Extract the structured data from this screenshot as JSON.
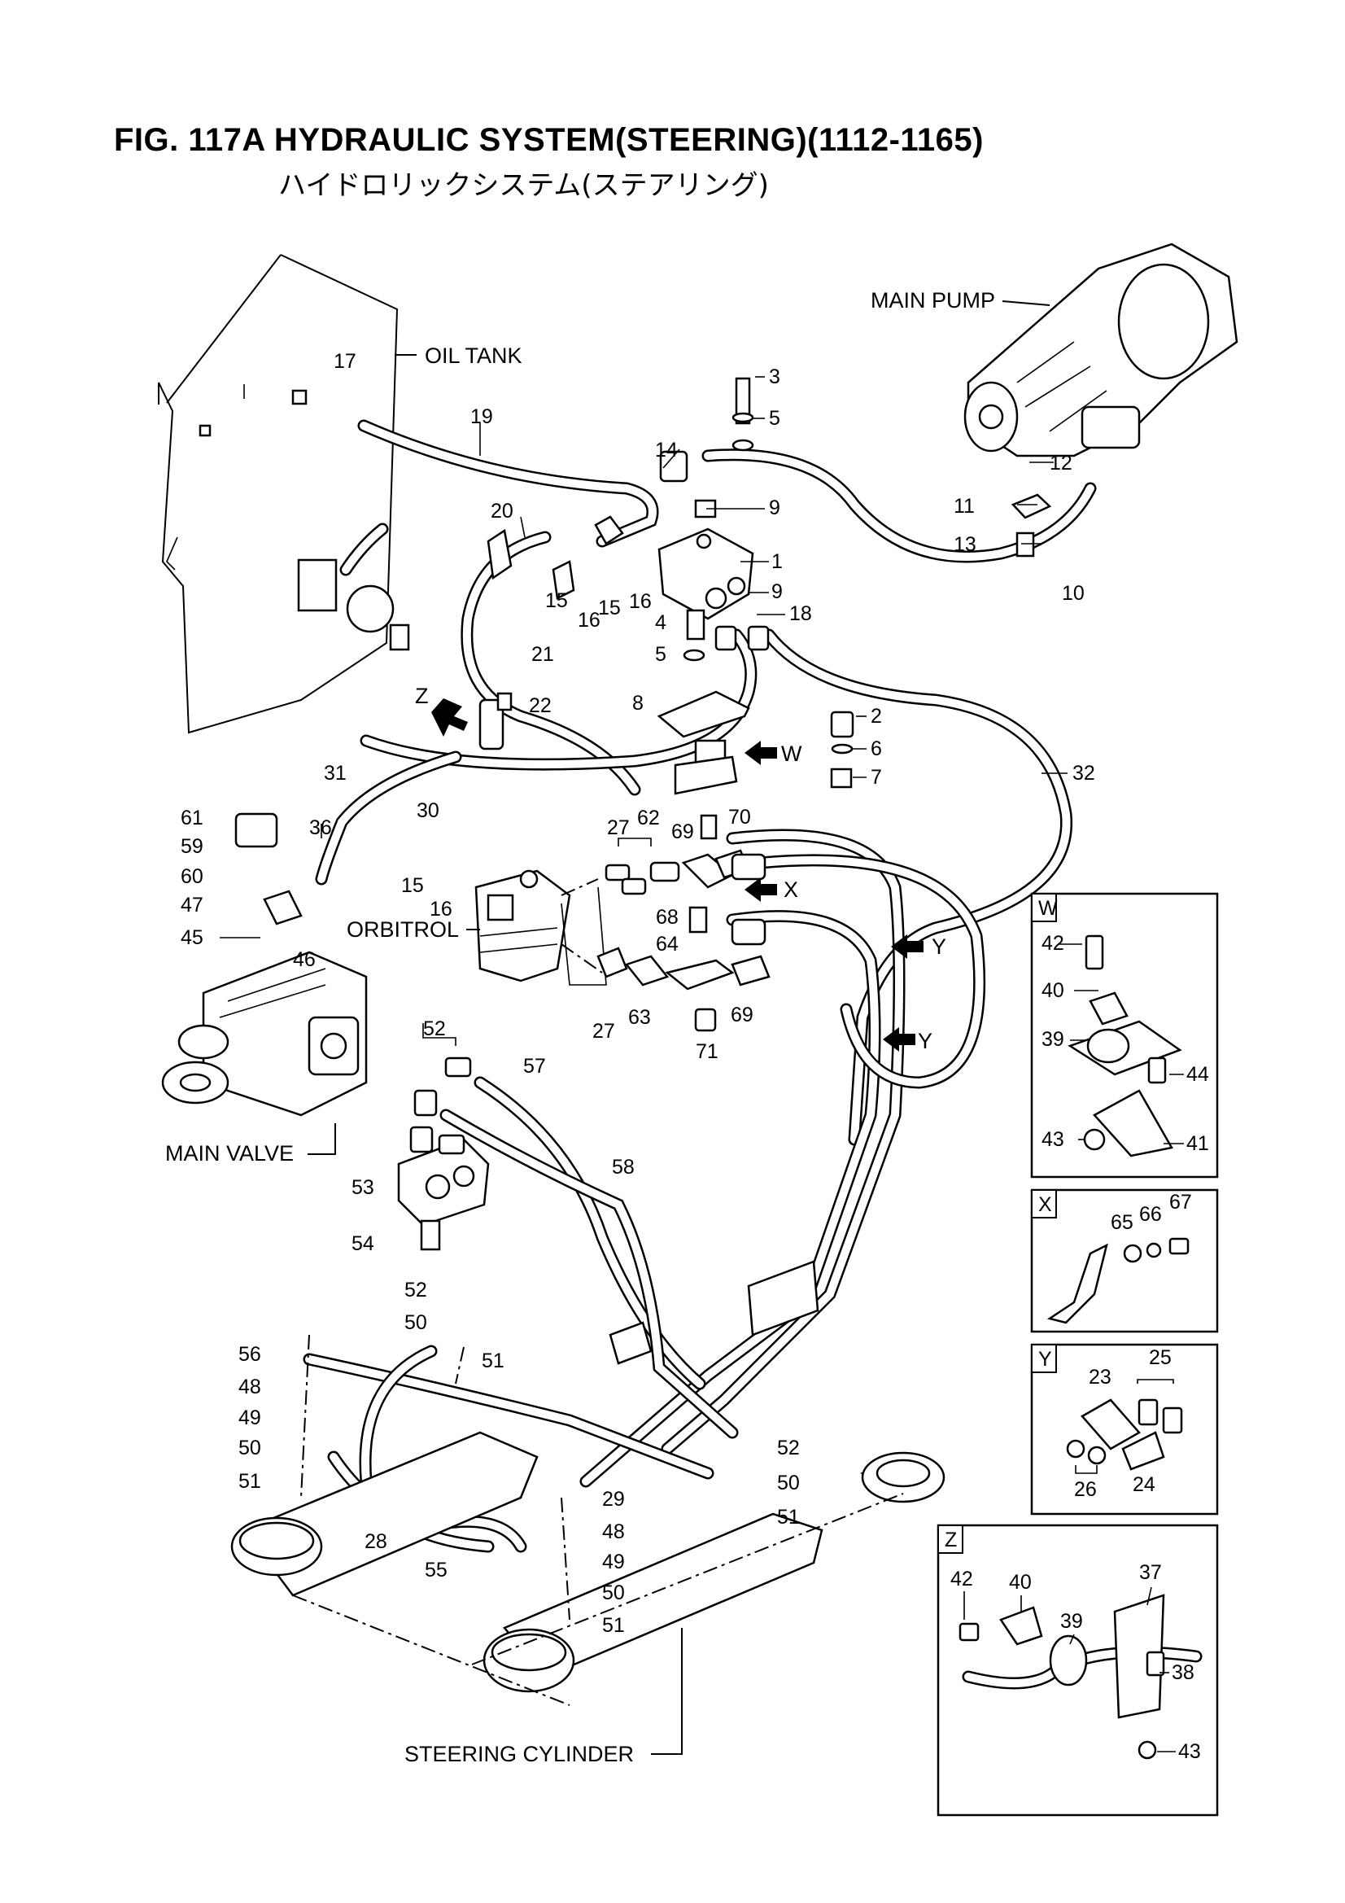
{
  "figure": {
    "title": "FIG. 117A  HYDRAULIC SYSTEM(STEERING)(1112-1165)",
    "subtitle": "ハイドロリックシステム(ステアリング)"
  },
  "components": {
    "oil_tank": "OIL TANK",
    "main_pump": "MAIN PUMP",
    "orbitrol": "ORBITROL",
    "main_valve": "MAIN VALVE",
    "steering_cylinder": "STEERING CYLINDER"
  },
  "view_markers": {
    "z": "Z",
    "w": "W",
    "x": "X",
    "y1": "Y",
    "y2": "Y"
  },
  "callouts": {
    "c1": "1",
    "c2": "2",
    "c3": "3",
    "c4": "4",
    "c5a": "5",
    "c5b": "5",
    "c6": "6",
    "c7": "7",
    "c8": "8",
    "c9a": "9",
    "c9b": "9",
    "c10": "10",
    "c11": "11",
    "c12": "12",
    "c13": "13",
    "c14": "14",
    "c15a": "15",
    "c15b": "15",
    "c15c": "15",
    "c16a": "16",
    "c16b": "16",
    "c16c": "16",
    "c17": "17",
    "c18": "18",
    "c19": "19",
    "c20": "20",
    "c21": "21",
    "c22": "22",
    "c27a": "27",
    "c27b": "27",
    "c28": "28",
    "c29": "29",
    "c30": "30",
    "c31": "31",
    "c32": "32",
    "c36": "36",
    "c45": "45",
    "c46": "46",
    "c47": "47",
    "c48a": "48",
    "c48b": "48",
    "c49a": "49",
    "c49b": "49",
    "c50a": "50",
    "c50b": "50",
    "c50c": "50",
    "c50d": "50",
    "c51a": "51",
    "c51b": "51",
    "c51c": "51",
    "c51d": "51",
    "c52a": "52",
    "c52b": "52",
    "c52c": "52",
    "c53": "53",
    "c54": "54",
    "c55": "55",
    "c56": "56",
    "c57": "57",
    "c58": "58",
    "c59": "59",
    "c60": "60",
    "c61": "61",
    "c62": "62",
    "c63": "63",
    "c64": "64",
    "c68": "68",
    "c69a": "69",
    "c69b": "69",
    "c70": "70",
    "c71": "71"
  },
  "insets": {
    "w": {
      "tag": "W",
      "labels": [
        "42",
        "40",
        "39",
        "44",
        "43",
        "41"
      ]
    },
    "x": {
      "tag": "X",
      "labels": [
        "65",
        "66",
        "67"
      ]
    },
    "y": {
      "tag": "Y",
      "labels": [
        "23",
        "25",
        "26",
        "24"
      ]
    },
    "z": {
      "tag": "Z",
      "labels": [
        "42",
        "40",
        "37",
        "39",
        "38",
        "43"
      ]
    }
  }
}
